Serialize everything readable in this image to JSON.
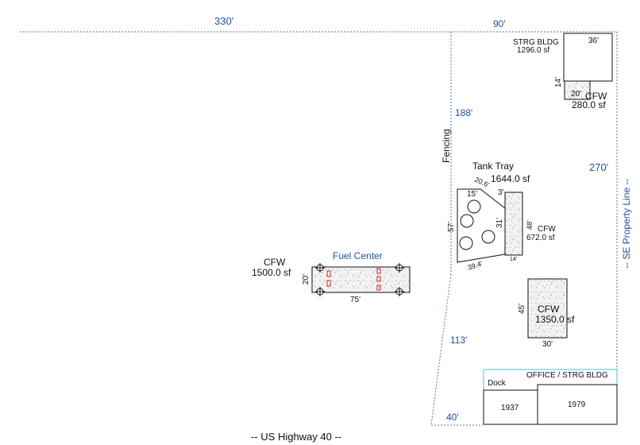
{
  "boundary": {
    "north_dim": "330'",
    "north_east_dim": "90'",
    "east_dim": "270'",
    "fence_upper_dim": "188'",
    "fence_lower_dim": "113'",
    "south_dim": "40'",
    "fencing_label": "Fencing",
    "se_property_label": "-- SE Property Line --",
    "highway_label": "-- US Highway 40 --"
  },
  "storage_building": {
    "name": "STRG BLDG",
    "area": "1296.0 sf",
    "width_dim": "36'",
    "side_dim": "14'",
    "lean_dim": "20'",
    "cfw_label": "CFW",
    "cfw_area": "280.0 sf"
  },
  "tank_tray": {
    "name": "Tank Tray",
    "area": "1644.0 sf",
    "dim_diag": "20.6'",
    "dim_top": "15'",
    "dim_notch": "3'",
    "dim_inner": "31'",
    "dim_left": "57'",
    "dim_bottom": "39.4'",
    "pad_height": "48'",
    "pad_width": "14'",
    "pad_label": "CFW",
    "pad_area": "672.0 sf"
  },
  "fuel_center": {
    "name": "Fuel Center",
    "cfw_label": "CFW",
    "area": "1500.0 sf",
    "height_dim": "20'",
    "width_dim": "75'"
  },
  "pad_east": {
    "label": "CFW",
    "area": "1350.0 sf",
    "height_dim": "45'",
    "width_dim": "30'"
  },
  "office": {
    "name": "OFFICE / STRG BLDG",
    "dock_label": "Dock",
    "year_left": "1937",
    "year_right": "1979"
  },
  "colors": {
    "line": "#111111",
    "property_line": "#4a78b8",
    "dimension_text": "#1f4f9a",
    "pump": "#d12020",
    "office_outline": "#3fc7d4",
    "concrete_fill": "#f1f1f1"
  }
}
